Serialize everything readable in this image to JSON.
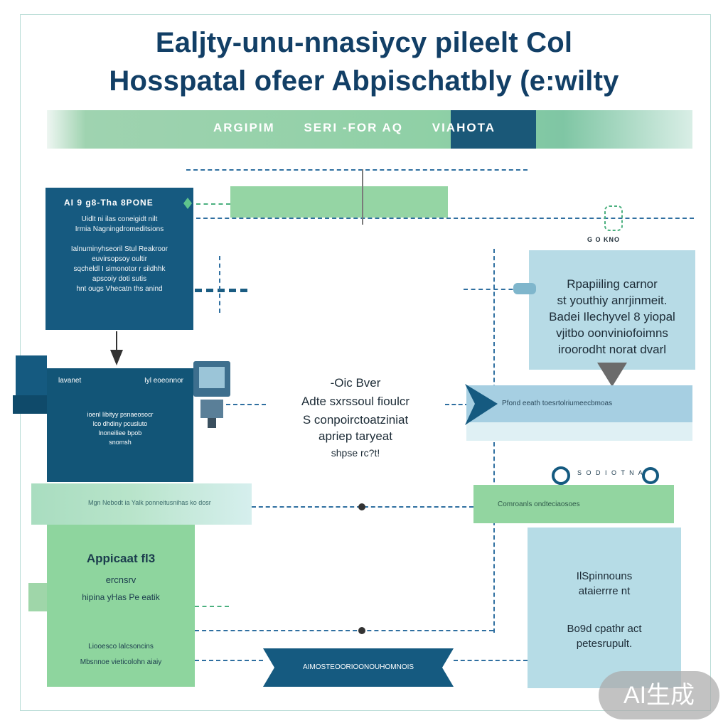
{
  "title": {
    "line1": "Ealjty-unu-nnasiycy pileelt Col",
    "line2": "Hosspatal ofeer Abpischatbly (e:wilty"
  },
  "banner": {
    "segments": [
      "ARGIPIM",
      "SERI -FOR AQ",
      "VIAHOTA"
    ]
  },
  "left_top": {
    "heading": "AI 9 g8-Tha 8PONE",
    "lines": [
      "Uidlt ni ilas coneigidt nilt",
      "Irmia Nagningdromeditsions",
      "",
      "Ialnuminyhseoril Stul Reakroor",
      "euvirsopsoy oultir",
      "sqcheldl I simonotor r sildhhk",
      "apscoiy doti sutis",
      "hnt ougs Vhecatn ths anind"
    ]
  },
  "left_mid": {
    "heading_left": "lavanet",
    "heading_right": "Iyl eoeonnor",
    "lines": [
      "ioenl libityy psnaeosocr",
      "lco dhdiny pcusluto",
      "lnoneiliee bpob",
      "snomsh"
    ]
  },
  "left_bottom": {
    "heading": "Appicaat fl3",
    "sub": "ercnsrv",
    "sub2": "hipina yHas Pe eatik",
    "foot1": "Liooesco lalcsoncins",
    "foot2": "Mbsnnoe vieticolohn aiaiy"
  },
  "left_strip": {
    "text": "Mgn Nebodt ia Yalk ponneitusnihas ko dosr"
  },
  "top_green_text": "",
  "center": {
    "lines": [
      "-Oic Bver",
      "Adte sxrssoul fioulcr",
      "S conpoirctoatziniat",
      "apriep taryeat",
      "shpse rc?t!"
    ]
  },
  "right_top": {
    "caption": "G O KNO",
    "lines": [
      "Rpapiiling carnor",
      "st youthiy anrjinmeit.",
      "Badei Ilechyvel 8 yiopal",
      "vjitbo oonviniofoimns",
      "iroorodht norat dvarl"
    ]
  },
  "right_mid": {
    "text": "Pfond eeath toesrtolriumeecbmoas"
  },
  "right_label": "S O D I O T N A",
  "right_green": {
    "text": "Comroanls ondteciaosoes"
  },
  "right_bottom": {
    "line1": "IlSpinnouns",
    "line2": "ataierrre nt",
    "line3": "Bo9d cpathr act",
    "line4": "petesrupult."
  },
  "bottom_ribbon": {
    "text": "AIMOSTEOORIOONOUHOMNOIS"
  },
  "watermark": "AI生成",
  "colors": {
    "dark_blue": "#165a80",
    "light_green": "#8ed2a0",
    "light_blue": "#b4d9e6",
    "title": "#123f66"
  }
}
